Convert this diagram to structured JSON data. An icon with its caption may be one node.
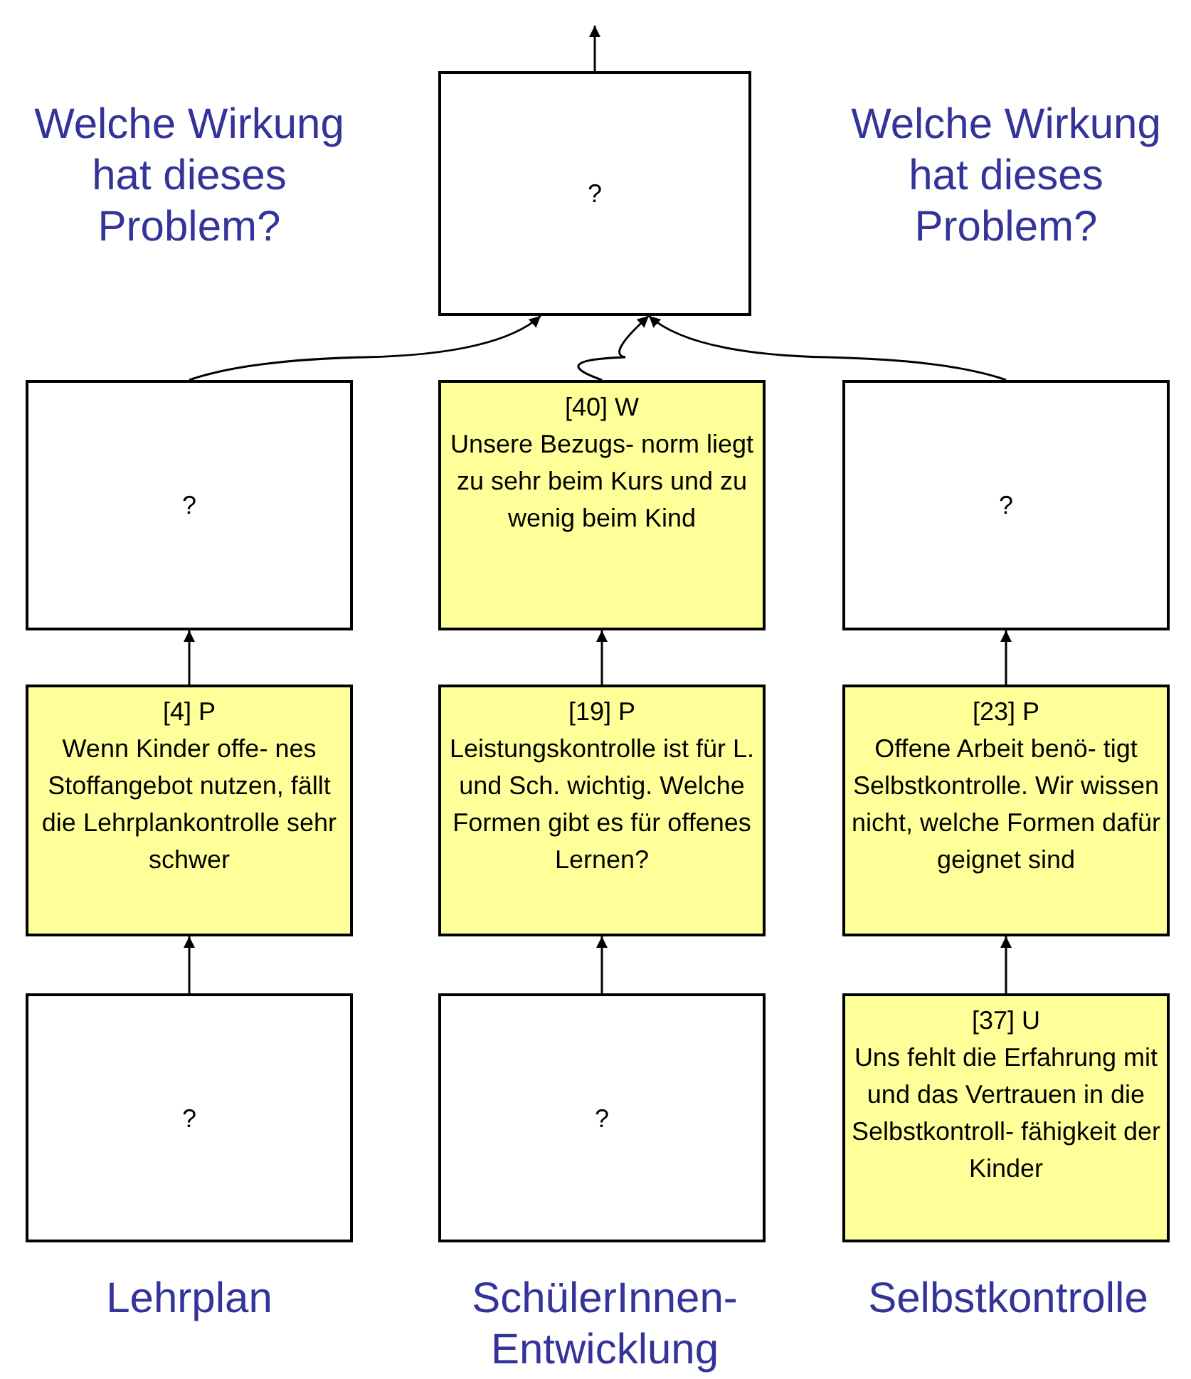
{
  "diagram": {
    "nodes": [
      {
        "text": [
          "?"
        ]
      },
      {
        "text": [
          "?"
        ]
      },
      {
        "text": [
          "[40] W",
          "Unsere Bezugs- norm liegt zu sehr beim Kurs und zu wenig beim Kind"
        ]
      },
      {
        "text": [
          "?"
        ]
      },
      {
        "text": [
          "[4] P",
          "Wenn Kinder offe- nes Stoffangebot nutzen, fällt die Lehrplankontrolle sehr schwer"
        ]
      },
      {
        "text": [
          "[19] P",
          "Leistungskontrolle ist für L. und Sch. wichtig. Welche Formen gibt es für offenes Lernen?"
        ]
      },
      {
        "text": [
          "[23] P",
          "Offene Arbeit benö- tigt Selbstkontrolle. Wir wissen nicht, welche Formen dafür geignet sind"
        ]
      },
      {
        "text": [
          "?"
        ]
      },
      {
        "text": [
          "?"
        ]
      },
      {
        "text": [
          "[37] U",
          "Uns fehlt die Erfahrung mit und das Vertrauen in die Selbstkontroll- fähigkeit der Kinder"
        ]
      }
    ],
    "edges": [
      {
        "from": 0,
        "to": null,
        "arrow": "to"
      },
      {
        "from": 1,
        "to": 0,
        "arrow": "to"
      },
      {
        "from": 2,
        "to": 0,
        "arrow": "to"
      },
      {
        "from": 3,
        "to": 0,
        "arrow": "to"
      },
      {
        "from": 4,
        "to": 1,
        "arrow": "to"
      },
      {
        "from": 5,
        "to": 2,
        "arrow": "to"
      },
      {
        "from": 6,
        "to": 3,
        "arrow": "to"
      },
      {
        "from": 7,
        "to": 4,
        "arrow": "to"
      },
      {
        "from": 8,
        "to": 5,
        "arrow": "to"
      },
      {
        "from": 9,
        "to": 6,
        "arrow": "to"
      }
    ],
    "labels": [
      "Welche Wirkung hat dieses Problem?",
      "Welche Wirkung hat dieses Problem?",
      "Lehrplan",
      "SchülerInnen- Entwicklung",
      "Selbstkontrolle"
    ]
  }
}
